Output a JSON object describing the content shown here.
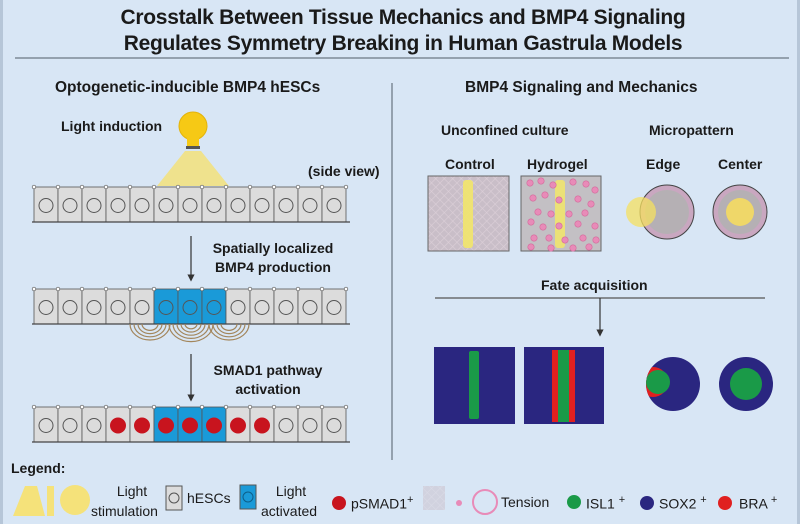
{
  "title": {
    "line1": "Crosstalk Between Tissue Mechanics and BMP4 Signaling",
    "line2": "Regulates Symmetry Breaking in Human Gastrula Models"
  },
  "left_panel": {
    "heading": "Optogenetic-inducible BMP4 hESCs",
    "light_induction": "Light induction",
    "side_view": "(side view)",
    "step1_line1": "Spatially localized",
    "step1_line2": "BMP4 production",
    "step2_line1": "SMAD1 pathway",
    "step2_line2": "activation",
    "cell_count": 13,
    "rows": [
      {
        "name": "initial",
        "activated": [],
        "psmad": []
      },
      {
        "name": "bmp4-production",
        "activated": [
          5,
          6,
          7
        ],
        "psmad": []
      },
      {
        "name": "smad1-activation",
        "activated": [
          5,
          6,
          7
        ],
        "psmad": [
          3,
          4,
          5,
          6,
          7,
          8,
          9
        ]
      }
    ]
  },
  "right_panel": {
    "heading": "BMP4 Signaling and Mechanics",
    "unconfined": "Unconfined culture",
    "micropattern": "Micropattern",
    "control": "Control",
    "hydrogel": "Hydrogel",
    "edge": "Edge",
    "center": "Center",
    "fate": "Fate acquisition"
  },
  "legend": {
    "title": "Legend:",
    "light_line1": "Light",
    "light_line2": "stimulation",
    "hescs": "hESCs",
    "activated_line1": "Light",
    "activated_line2": "activated",
    "psmad": "pSMAD1",
    "tension": "Tension",
    "isl1": "ISL1",
    "sox2": "SOX2",
    "bra": "BRA",
    "plus": "+"
  },
  "colors": {
    "background": "#d8e6f5",
    "cell": "#dcdcdc",
    "activated": "#1a9ad8",
    "psmad": "#c8141e",
    "light": "#f5e27a",
    "bulb": "#f6c915",
    "tension": "#e88bb8",
    "isl1": "#1a9a48",
    "sox2": "#2a2680",
    "bra": "#e02020"
  }
}
